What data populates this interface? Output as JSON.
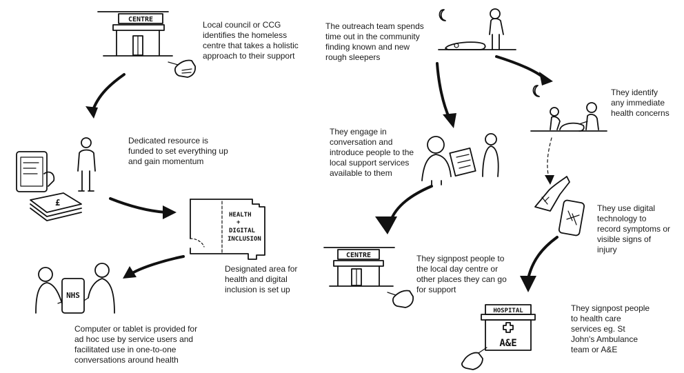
{
  "left_flow": {
    "step1": {
      "sign": "CENTRE",
      "caption": [
        "Local council or CCG",
        "identifies the homeless",
        "centre that takes a holistic",
        "approach to their support"
      ]
    },
    "step2": {
      "caption": [
        "Dedicated resource is",
        "funded to set everything up",
        "and gain momentum"
      ]
    },
    "step3": {
      "sign": [
        "HEALTH",
        "+",
        "DIGITAL",
        "INCLUSION"
      ],
      "caption": [
        "Designated area for",
        "health and digital",
        "inclusion is set up"
      ]
    },
    "step4": {
      "phone_label": "NHS",
      "caption": [
        "Computer or tablet is provided for",
        "ad hoc use by service users and",
        "facilitated use in one-to-one",
        "conversations around health"
      ]
    }
  },
  "right_flow": {
    "outreach": {
      "caption": [
        "The outreach team spends",
        "time out in the community",
        "finding known and new",
        "rough sleepers"
      ]
    },
    "identify": {
      "caption": [
        "They identify",
        "any immediate",
        "health concerns"
      ]
    },
    "engage": {
      "caption": [
        "They engage in",
        "conversation and",
        "introduce people to the",
        "local support services",
        "available to them"
      ]
    },
    "record": {
      "caption": [
        "They use digital",
        "technology to",
        "record symptoms or",
        "visible signs of",
        "injury"
      ]
    },
    "signpost_centre": {
      "sign": "CENTRE",
      "caption": [
        "They signpost people to",
        "the local day centre or",
        "other places they can go",
        "for support"
      ]
    },
    "signpost_health": {
      "sign": "HOSPITAL",
      "ae_label": "A&E",
      "caption": [
        "They signpost people",
        "to health care",
        "services eg. St",
        "John's Ambulance",
        "team or A&E"
      ]
    }
  }
}
